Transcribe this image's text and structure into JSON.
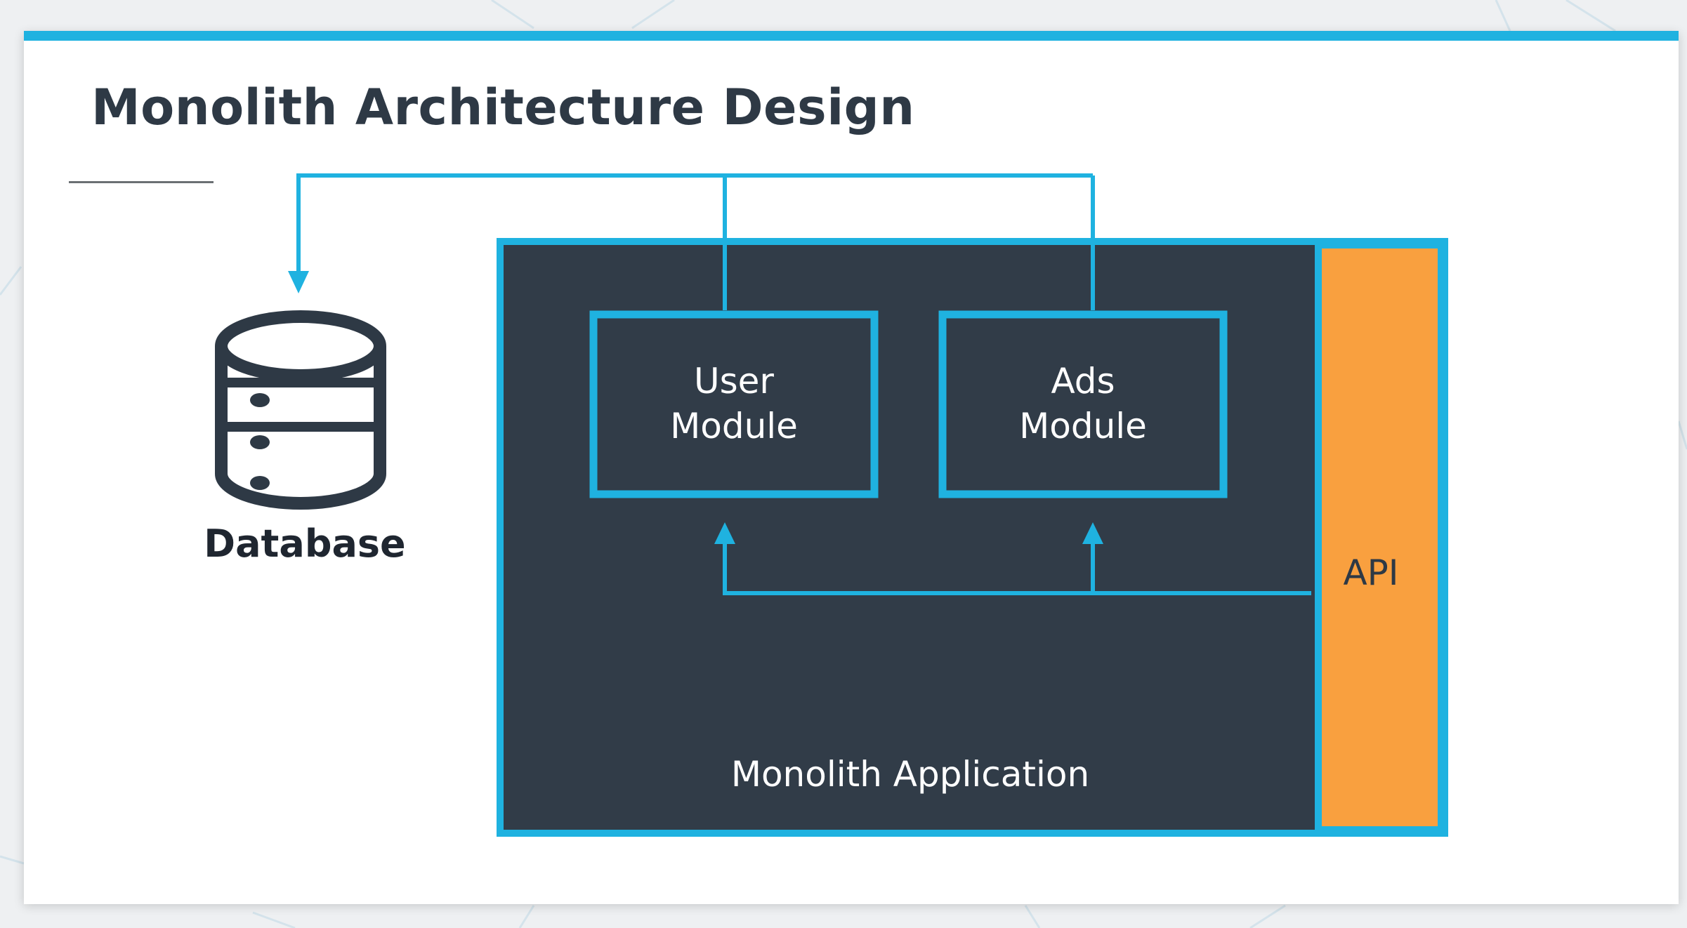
{
  "slide": {
    "title": "Monolith Architecture Design"
  },
  "diagram": {
    "database": {
      "label": "Database",
      "icon": "database-icon"
    },
    "app": {
      "label": "Monolith Application"
    },
    "api": {
      "label": "API"
    },
    "modules": [
      {
        "line1": "User",
        "line2": "Module"
      },
      {
        "line1": "Ads",
        "line2": "Module"
      }
    ]
  },
  "colors": {
    "accent": "#1fb2e0",
    "dark_panel": "#313c48",
    "api_orange": "#f9a03f",
    "text_dark": "#2e3945",
    "text_light": "#ffffff"
  }
}
